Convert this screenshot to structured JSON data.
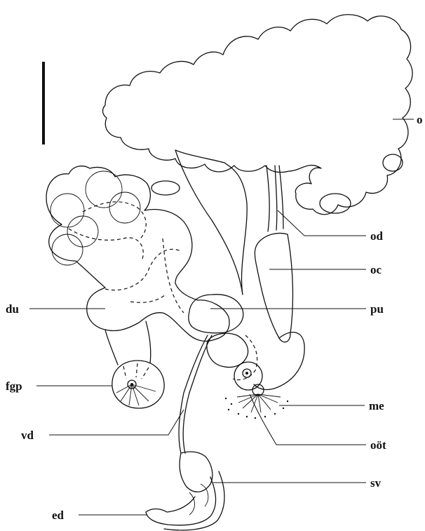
{
  "figure": {
    "labels": {
      "o": "o",
      "od": "od",
      "oc": "oc",
      "du": "du",
      "pu": "pu",
      "fgp": "fgp",
      "me": "me",
      "vd": "vd",
      "oot": "oöt",
      "sv": "sv",
      "ed": "ed"
    }
  },
  "colors": {
    "ink": "#111111",
    "background": "#ffffff",
    "stipple": "#d8d8d8"
  }
}
